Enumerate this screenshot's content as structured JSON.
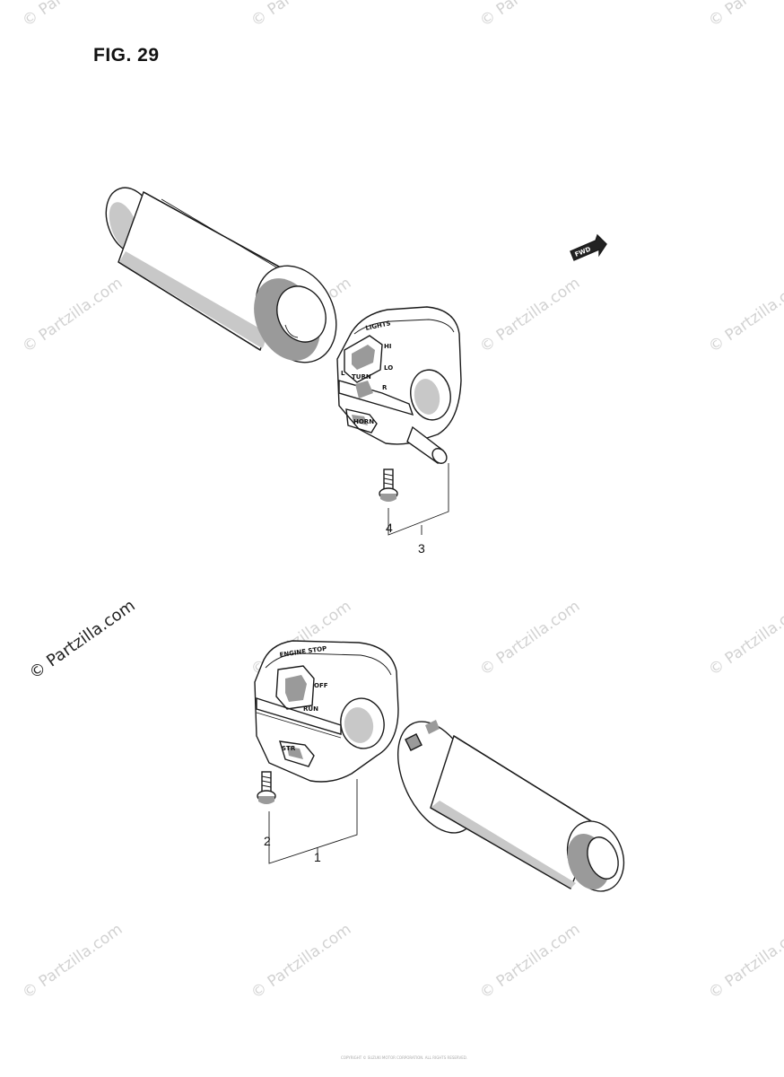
{
  "figure": {
    "title": "FIG. 29"
  },
  "callouts": [
    {
      "id": "1",
      "label": "1"
    },
    {
      "id": "2",
      "label": "2"
    },
    {
      "id": "3",
      "label": "3"
    },
    {
      "id": "4",
      "label": "4"
    }
  ],
  "right_switch": {
    "lights_label": "LIGHTS",
    "hi_label": "HI",
    "lo_label": "LO",
    "turn_label": "TURN",
    "l_label": "L",
    "r_label": "R",
    "horn_label": "HORN"
  },
  "left_switch": {
    "engine_stop_label": "ENGINE STOP",
    "off_label": "OFF",
    "run_label": "RUN",
    "start_label": "STR"
  },
  "fwd_badge": {
    "label": "FWD"
  },
  "watermark": {
    "text": "© Partzilla.com"
  },
  "footer_text": "COPYRIGHT © SUZUKI MOTOR CORPORATION. ALL RIGHTS RESERVED."
}
